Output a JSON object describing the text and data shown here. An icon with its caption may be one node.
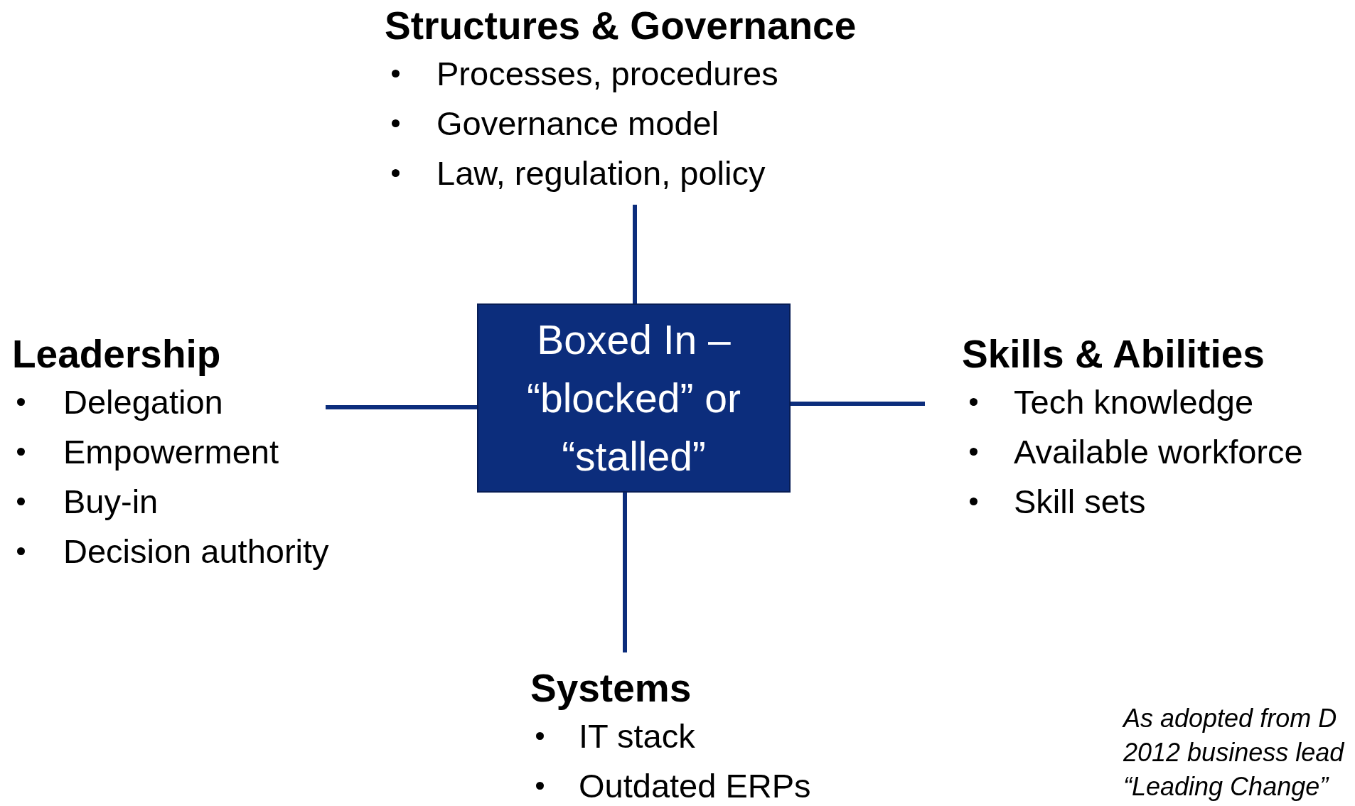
{
  "diagram": {
    "nodes": [
      {
        "text": [
          "Structures & Governance",
          "Processes, procedures",
          "Governance model",
          "Law, regulation, policy"
        ]
      },
      {
        "text": [
          "Leadership",
          "Delegation",
          "Empowerment",
          "Buy-in",
          "Decision authority"
        ]
      },
      {
        "text": [
          "Boxed In – “blocked” or “stalled”"
        ]
      },
      {
        "text": [
          "Skills & Abilities",
          "Tech knowledge",
          "Available workforce",
          "Skill sets"
        ]
      },
      {
        "text": [
          "Systems",
          "IT stack",
          "Outdated ERPs"
        ]
      }
    ],
    "edges": [
      {
        "from": 2,
        "to": 0,
        "arrow": "none"
      },
      {
        "from": 2,
        "to": 1,
        "arrow": "none"
      },
      {
        "from": 2,
        "to": 3,
        "arrow": "none"
      },
      {
        "from": 2,
        "to": 4,
        "arrow": "none"
      }
    ],
    "labels": [
      "As adopted from D",
      "2012 business lead",
      "“Leading Change”"
    ]
  }
}
